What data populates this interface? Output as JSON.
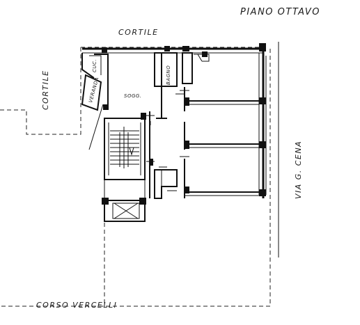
{
  "title": "PIANO  OTTAVO",
  "labels": {
    "cortile_top": "CORTILE",
    "cortile_left": "CORTILE",
    "street_right": "VIA  G. CENA",
    "street_bottom": "CORSO     VERCELLI",
    "baguo": "BAGNO",
    "sogg": "SOGG.",
    "veranda": "VERANDA",
    "cuc": "CUC."
  }
}
